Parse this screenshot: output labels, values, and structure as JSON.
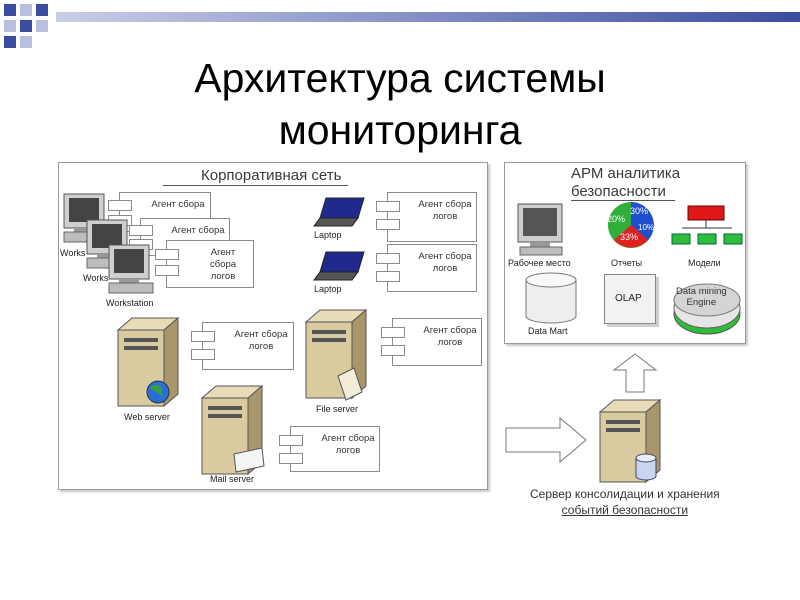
{
  "title": {
    "line1": "Архитектура системы",
    "line2": "мониторинга"
  },
  "corp": {
    "title": "Корпоративная сеть",
    "agent_label": "Агент сбора",
    "agent_logs_line1": "Агент сбора",
    "agent_logs_line2": "логов",
    "workstation_full": "Workstation",
    "workstation_partial": "Works",
    "laptop": "Laptop",
    "web_server": "Web server",
    "file_server": "File server",
    "mail_server": "Mail server"
  },
  "arm": {
    "title_line1": "АРМ аналитика",
    "title_line2": "безопасности",
    "workplace": "Рабочее место",
    "reports": "Отчеты",
    "models": "Модели",
    "data_mart": "Data Mart",
    "olap": "OLAP",
    "dm_line1": "Data mining",
    "dm_line2": "Engine",
    "pie_labels": {
      "a": "30%",
      "b": "20%",
      "c": "10%",
      "d": "33%"
    }
  },
  "server": {
    "caption_line1": "Сервер консолидации и хранения",
    "caption_line2": "событий безопасности"
  },
  "colors": {
    "deco_blue": "#3b4da1",
    "deco_light": "#b8c0e0",
    "pie_blue": "#1f4fd0",
    "pie_green": "#2fae3a",
    "pie_red": "#e02020",
    "model_red": "#e01818",
    "model_green": "#2ebd3a"
  }
}
